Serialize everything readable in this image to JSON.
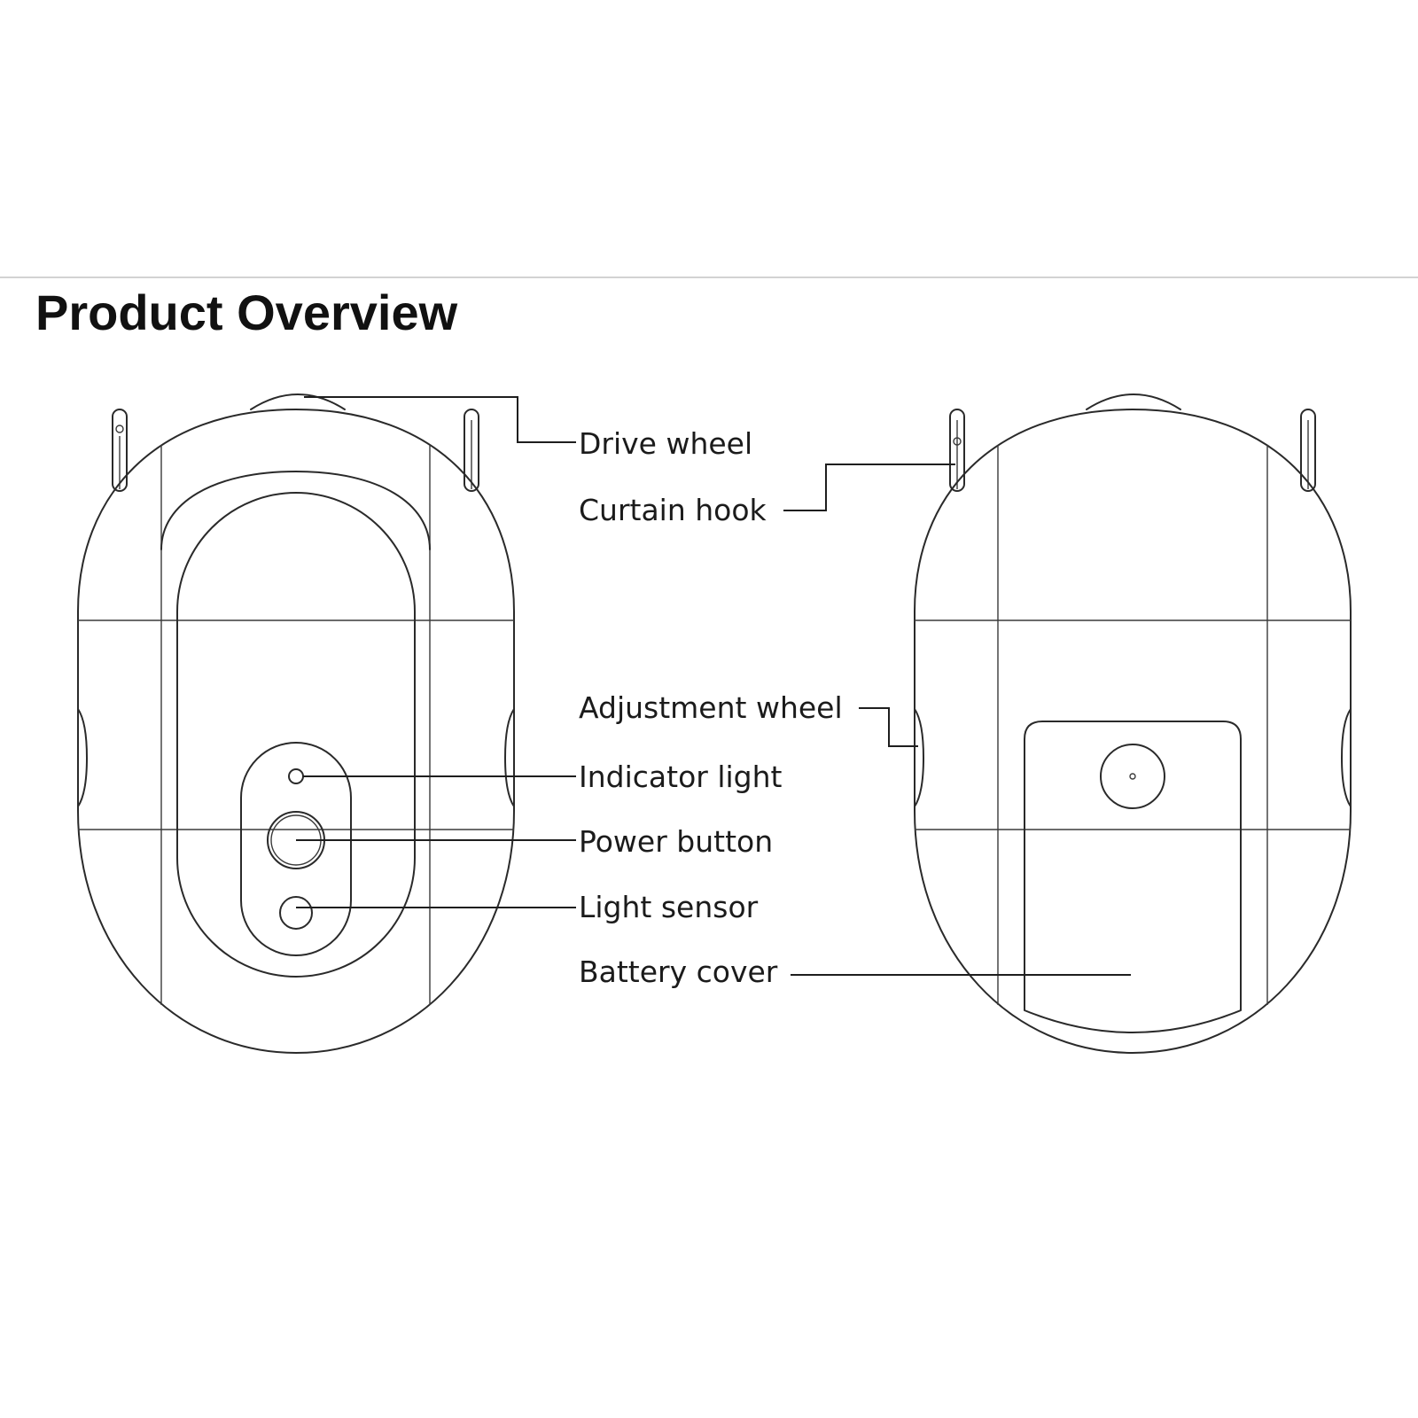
{
  "page": {
    "title": "Product Overview"
  },
  "callouts": {
    "drive_wheel": "Drive wheel",
    "curtain_hook": "Curtain hook",
    "adjustment_wheel": "Adjustment wheel",
    "indicator_light": "Indicator light",
    "power_button": "Power button",
    "light_sensor": "Light sensor",
    "battery_cover": "Battery cover"
  },
  "views": [
    "front",
    "back"
  ],
  "colors": {
    "line": "#2a2a2a",
    "text": "#1b1b1b",
    "divider": "#d2d2d2"
  }
}
